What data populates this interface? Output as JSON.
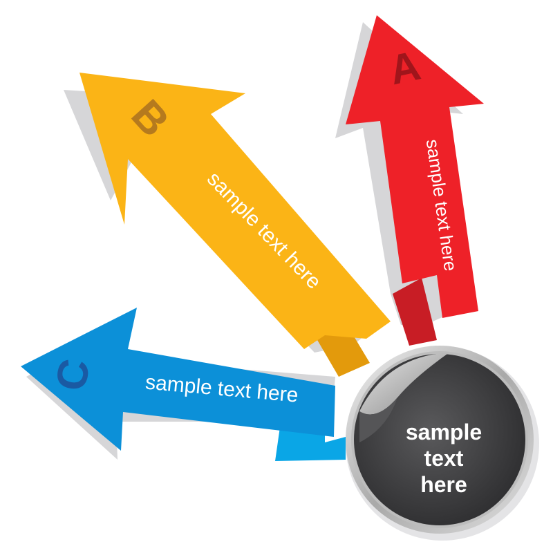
{
  "arrows": {
    "a": {
      "letter": "A",
      "text": "sample text here",
      "color": "#ee2128",
      "fold_color": "#c81d25",
      "letter_color": "#a0151b"
    },
    "b": {
      "letter": "B",
      "text": "sample text here",
      "color": "#fbb416",
      "fold_color": "#e39a0c",
      "letter_color": "#b57a1e"
    },
    "c": {
      "letter": "C",
      "text": "sample text here",
      "color": "#0c90d8",
      "fold_color": "#0aa6e6",
      "letter_color": "#1a5aa3"
    }
  },
  "badge": {
    "lines": [
      "sample",
      "text",
      "here"
    ],
    "color": "#3a3a3c",
    "ring_color": "#c8c8c8"
  },
  "shadow_color": "#d6d6d8"
}
